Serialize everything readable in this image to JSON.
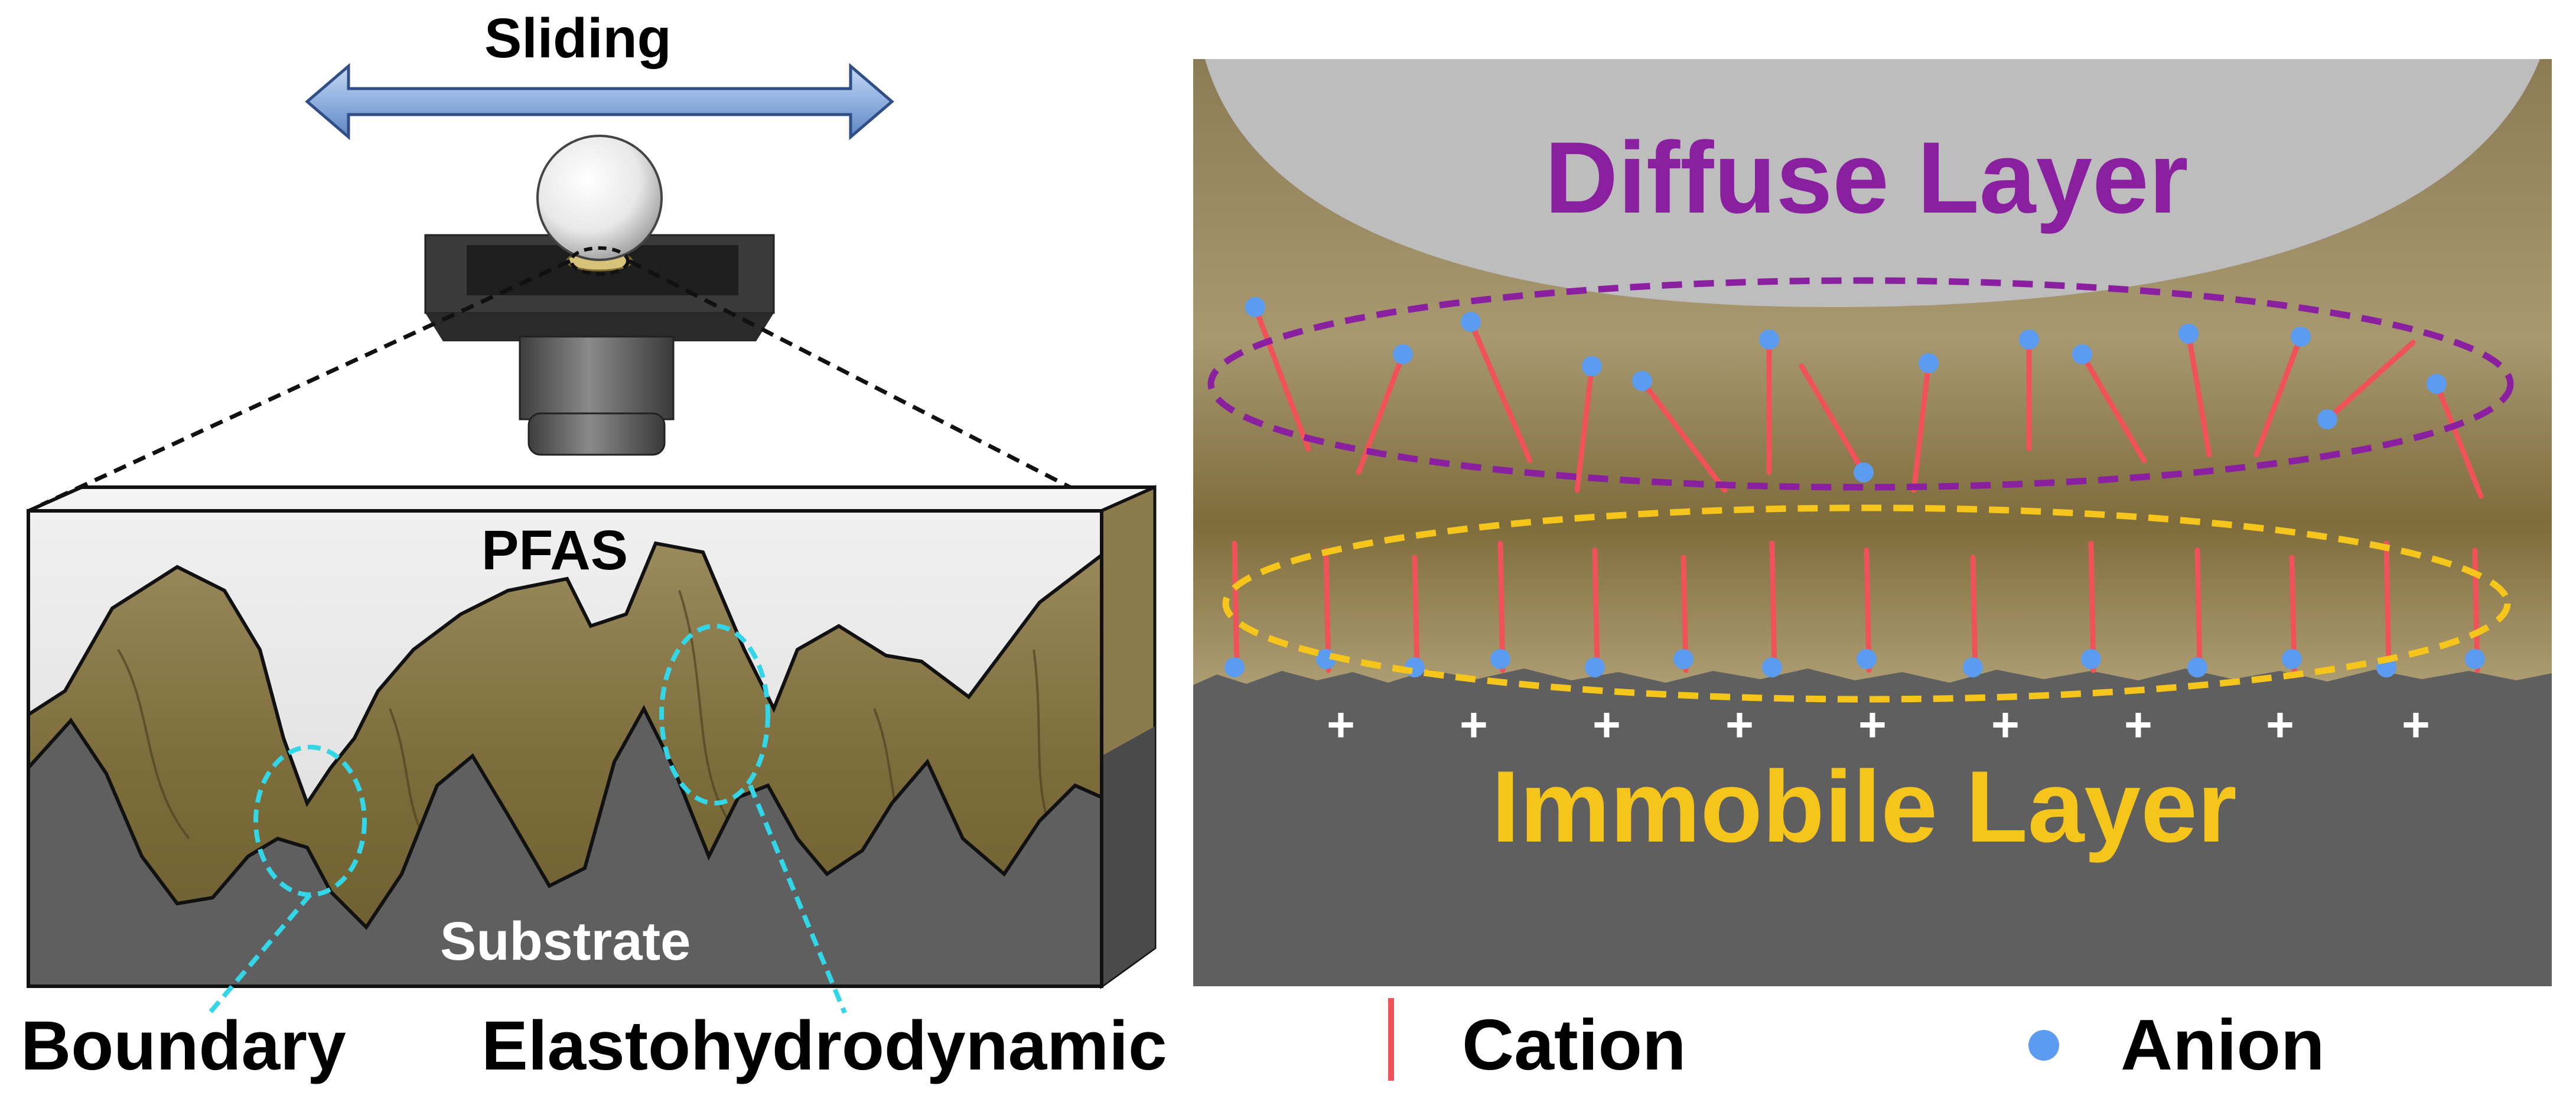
{
  "left_panel": {
    "motion_label": "Sliding",
    "coating_label": "PFAS",
    "substrate_label": "Substrate",
    "regime_boundary": "Boundary",
    "regime_ehl": "Elastohydrodynamic"
  },
  "right_panel": {
    "diffuse_label": "Diffuse Layer",
    "immobile_label": "Immobile Layer",
    "surface_charge_symbol": "+",
    "legend": {
      "cation_label": "Cation",
      "anion_label": "Anion"
    }
  },
  "colors": {
    "diffuse_accent": "#8a1fa0",
    "immobile_accent": "#f5c51c",
    "cation": "#f0525a",
    "anion": "#5b9bf0",
    "substrate": "#5f5f5f",
    "pfas_fill": "#8a7a4a",
    "highlight": "#33d6e6",
    "arrow": "#8fb0de"
  }
}
